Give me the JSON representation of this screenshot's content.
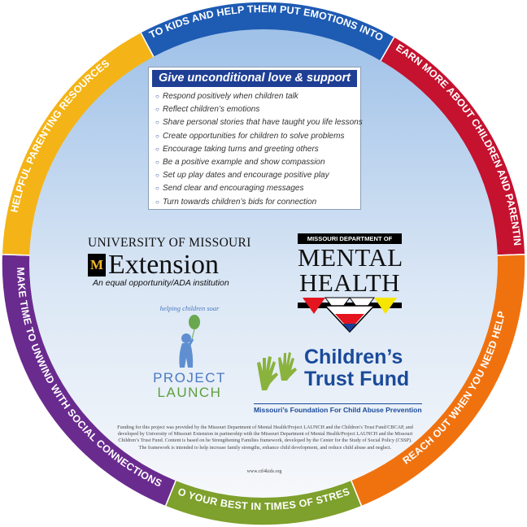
{
  "ring": {
    "segments": [
      {
        "label": "LISTEN TO KIDS AND HELP THEM PUT EMOTIONS INTO WORDS",
        "color": "#1e5bb3"
      },
      {
        "label": "LEARN MORE ABOUT CHILDREN AND PARENTING",
        "color": "#c4122f"
      },
      {
        "label": "REACH OUT WHEN YOU NEED HELP",
        "color": "#f0720f"
      },
      {
        "label": "DO YOUR BEST IN TIMES OF STRESS",
        "color": "#7ea02c"
      },
      {
        "label": "MAKE TIME TO UNWIND WITH SOCIAL CONNECTIONS",
        "color": "#6a2b8f"
      },
      {
        "label": "HELPFUL PARENTING RESOURCES",
        "color": "#f4b417"
      }
    ]
  },
  "support_box": {
    "title": "Give unconditional love & support",
    "items": [
      "Respond positively when children talk",
      "Reflect children’s emotions",
      "Share personal stories that have taught you life lessons",
      "Create opportunities for children to solve problems",
      "Encourage taking turns and greeting others",
      "Be a positive example and show compassion",
      "Set up play dates and encourage positive play",
      "Send clear and encouraging messages",
      "Turn towards children’s bids for connection"
    ]
  },
  "logos": {
    "mu": {
      "name": "UNIVERSITY OF MISSOURI",
      "mark": "M",
      "word": "Extension",
      "tagline": "An equal opportunity/ADA institution"
    },
    "dmh": {
      "bar": "MISSOURI DEPARTMENT OF",
      "line1": "MENTAL",
      "line2": "HEALTH"
    },
    "project_launch": {
      "tagline": "helping children soar",
      "word1": "PROJECT",
      "word2": "LAUNCH"
    },
    "ctf": {
      "line1": "Children’s",
      "line2": "Trust Fund",
      "foundation": "Missouri’s Foundation For Child Abuse Prevention"
    }
  },
  "funding_text": "Funding for this project was provided by the Missouri Department of Mental Health/Project LAUNCH and the Children’s Trust Fund/CBCAP, and developed by University of Missouri Extension in partnership with the Missouri Department of Mental Health/Project LAUNCH and the Missouri Children’s Trust Fund. Content is based on he Strengthening Families framework, developed by the Center for the Study of Social Policy (CSSP). The framework is intended to help increase family strengths, enhance child development, and reduce child abuse and neglect.",
  "website": "www.ctf4kids.org",
  "colors": {
    "navy": "#1f3f95",
    "sky_top": "#a9c8ea",
    "sky_bottom": "#f6f8fb"
  }
}
